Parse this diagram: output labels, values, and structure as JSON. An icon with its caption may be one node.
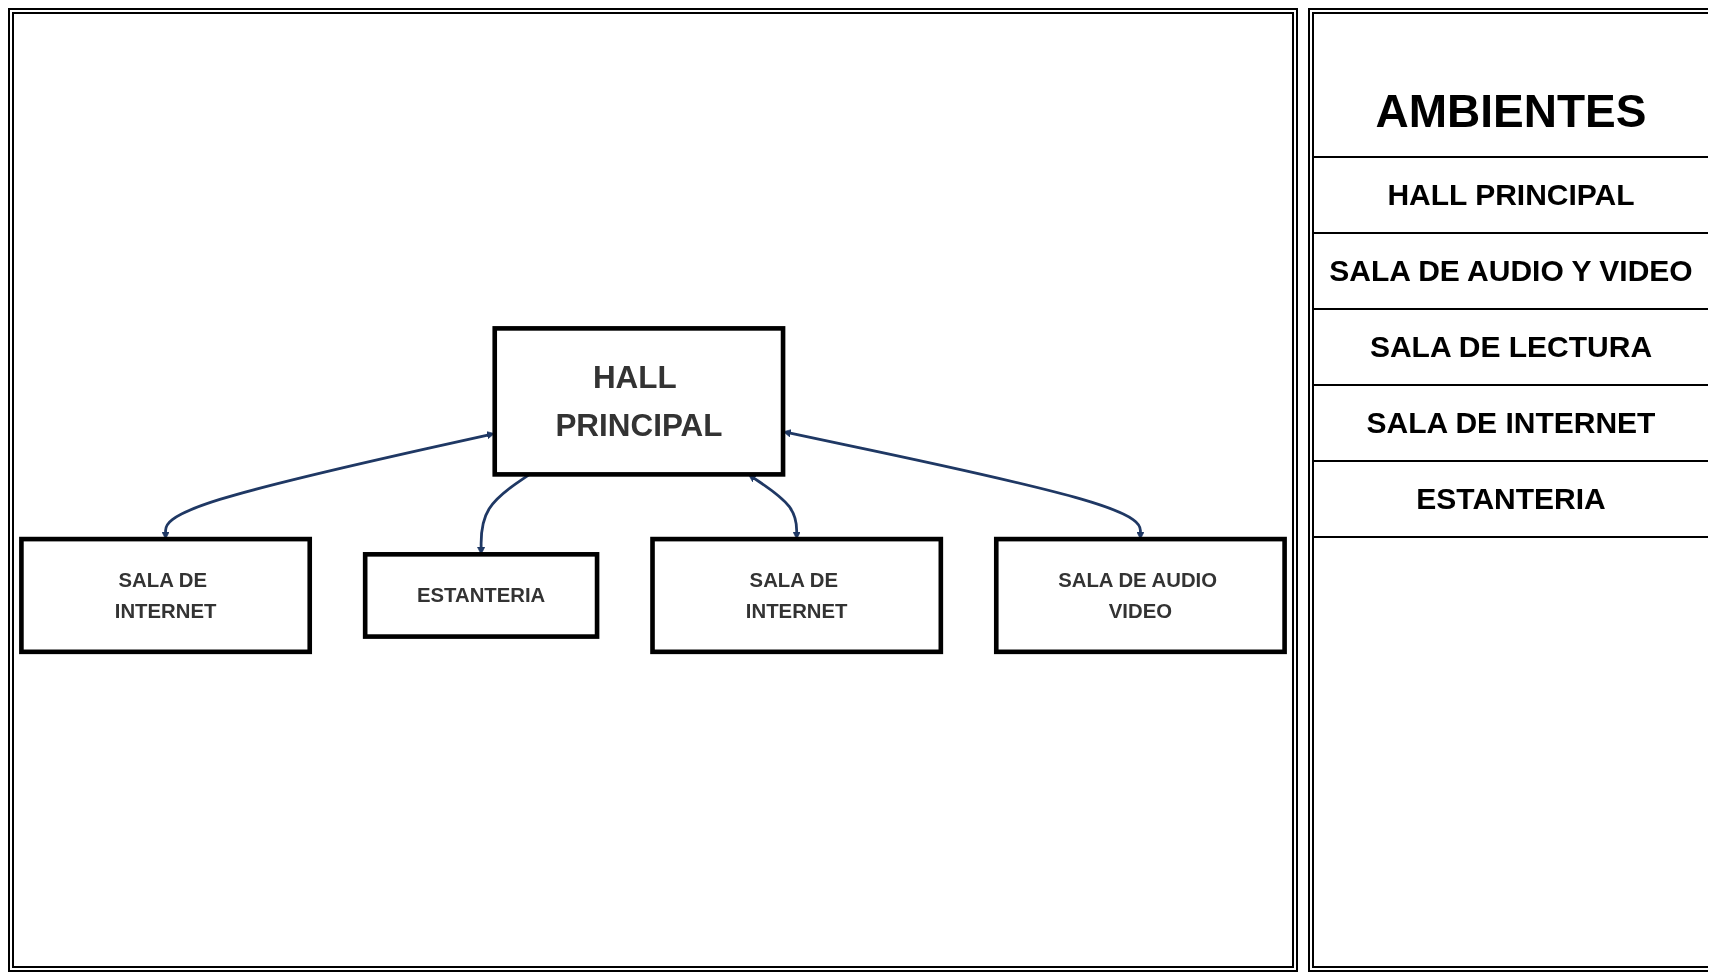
{
  "diagram": {
    "nodes": [
      {
        "text": [
          "SALA DE INTERNET"
        ]
      },
      {
        "text": [
          "ESTANTERIA"
        ]
      },
      {
        "text": [
          "HALL PRINCIPAL"
        ]
      },
      {
        "text": [
          "SALA DE INTERNET"
        ]
      },
      {
        "text": [
          "SALA DE AUDIO VIDEO"
        ]
      }
    ],
    "edges": [
      {
        "from": 2,
        "to": 0,
        "arrow": "both"
      },
      {
        "from": 2,
        "to": 1,
        "arrow": "to"
      },
      {
        "from": 2,
        "to": 3,
        "arrow": "both"
      },
      {
        "from": 2,
        "to": 4,
        "arrow": "both"
      }
    ],
    "labels": [
      "AMBIENTES",
      "HALL PRINCIPAL",
      "SALA DE AUDIO Y VIDEO",
      "SALA DE LECTURA",
      "SALA DE INTERNET",
      "ESTANTERIA"
    ]
  }
}
